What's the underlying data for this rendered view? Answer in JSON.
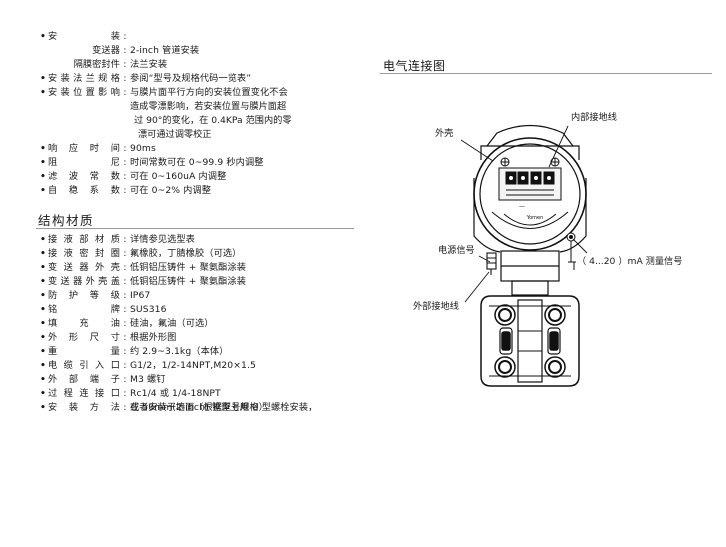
{
  "install": {
    "label": "安　　装",
    "transmitter_label": "变送器",
    "transmitter_value": "2-inch 管道安装",
    "seal_label": "隔膜密封件",
    "seal_value": "法兰安装"
  },
  "flange": {
    "label": "安装法兰规格",
    "value": "参阅“型号及规格代码一览表”"
  },
  "position_effect": {
    "label": "安装位置影响",
    "line1": "与膜片面平行方向的安装位置变化不会",
    "line2": "造成零漂影响，若安装位置与膜片面超",
    "line3": "过 90°的变化，在 0.4KPa 范围内的零",
    "line4": "漂可通过调零校正"
  },
  "response": {
    "label": "响 应 时 间",
    "value": "90ms"
  },
  "damping": {
    "label": "阻　　尼",
    "value": "时间常数可在 0~99.9 秒内调整"
  },
  "filter": {
    "label": "滤 波 常 数",
    "value": "可在 0~160uA 内调整"
  },
  "self_stable": {
    "label": "自 稳 系 数",
    "value": "可在 0~2% 内调整"
  },
  "structure_heading": "结构材质",
  "structure": [
    {
      "label": "接 液 部 材 质",
      "value": "详情参见选型表"
    },
    {
      "label": "接 液 密 封 圈",
      "value": "氟橡胶，丁腈橡胶（可选）"
    },
    {
      "label": "变 送 器 外 壳",
      "value": "低铜铝压铸件 + 聚氨酯涂装"
    },
    {
      "label": "变送器外壳盖",
      "value": "低铜铝压铸件 + 聚氨酯涂装"
    },
    {
      "label": "防 护 等 级",
      "value": "IP67"
    },
    {
      "label": "铭　　牌",
      "value": "SUS316"
    },
    {
      "label": "填　充　油",
      "value": "硅油，氟油（可选）"
    },
    {
      "label": "外 形 尺 寸",
      "value": "根据外形图"
    },
    {
      "label": "重　　量",
      "value": "约 2.9~3.1kg（本体）"
    },
    {
      "label": "电 缆 引 入 口",
      "value": "G1/2，1/2-14NPT,M20×1.5"
    },
    {
      "label": "外 部 端 子",
      "value": "M3 螺钉"
    },
    {
      "label": "过 程 连 接 口",
      "value": "Rc1/4 或 1/4-18NPT"
    },
    {
      "label": "安 装 方 法",
      "value": "在 50mm(2-inch) 管道上用 U 型螺栓安装，"
    }
  ],
  "mount_cont": "或者安装于墙面（根据型号规格）",
  "diagram": {
    "heading": "电气连接图",
    "label_internal_ground": "内部接地线",
    "label_housing": "外壳",
    "label_power": "电源信号",
    "label_signal": "（ 4...20 ）mA 测量信号",
    "label_external_ground": "外部接地线",
    "terminal_brand": "Yomen"
  }
}
